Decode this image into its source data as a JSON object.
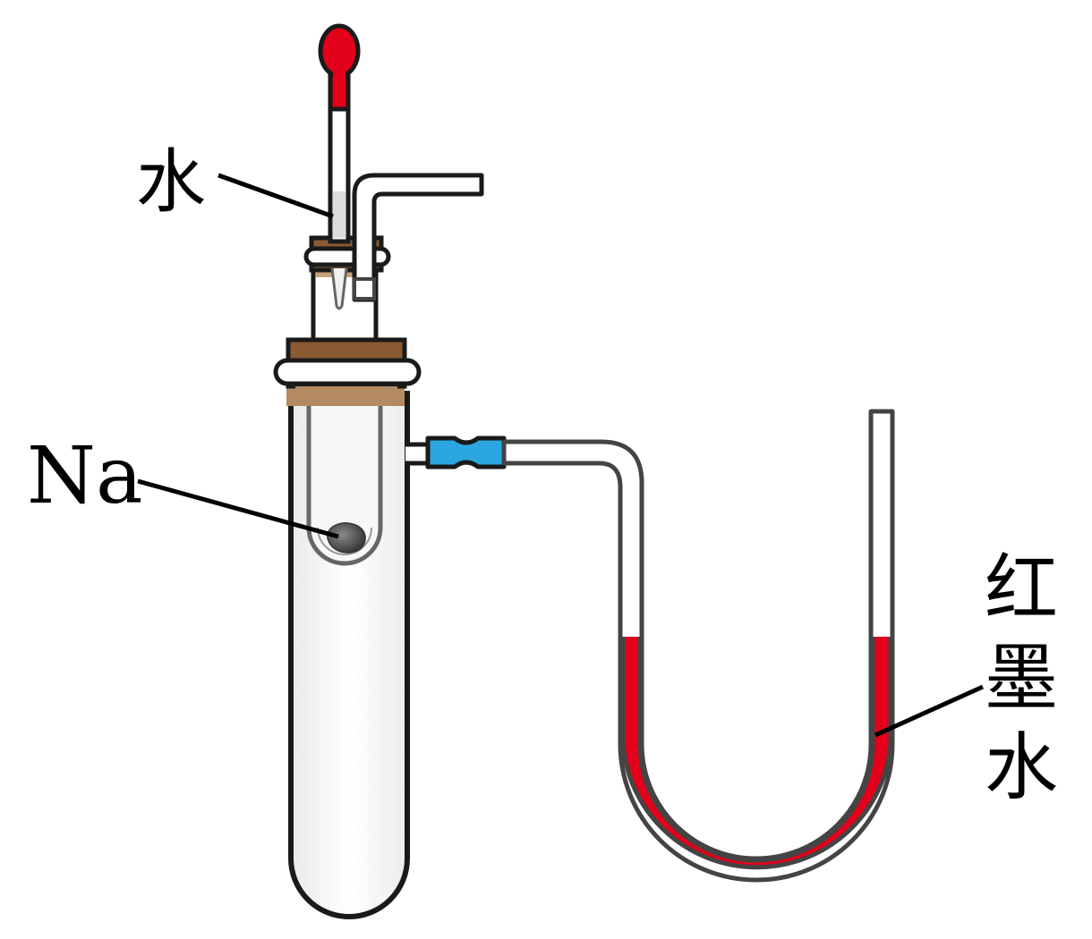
{
  "labels": {
    "water_top": "水",
    "sodium": "Na",
    "red_ink_1": "红",
    "red_ink_2": "墨",
    "red_ink_3": "水"
  },
  "colors": {
    "outline": "#1a1a1a",
    "glass_fill": "#f4f4f4",
    "red_ink": "#e2001a",
    "stopper_brown": "#8a5a32",
    "stopper_band": "#b48a63",
    "connector_blue": "#2aa7e0",
    "sodium_dark": "#555555"
  }
}
